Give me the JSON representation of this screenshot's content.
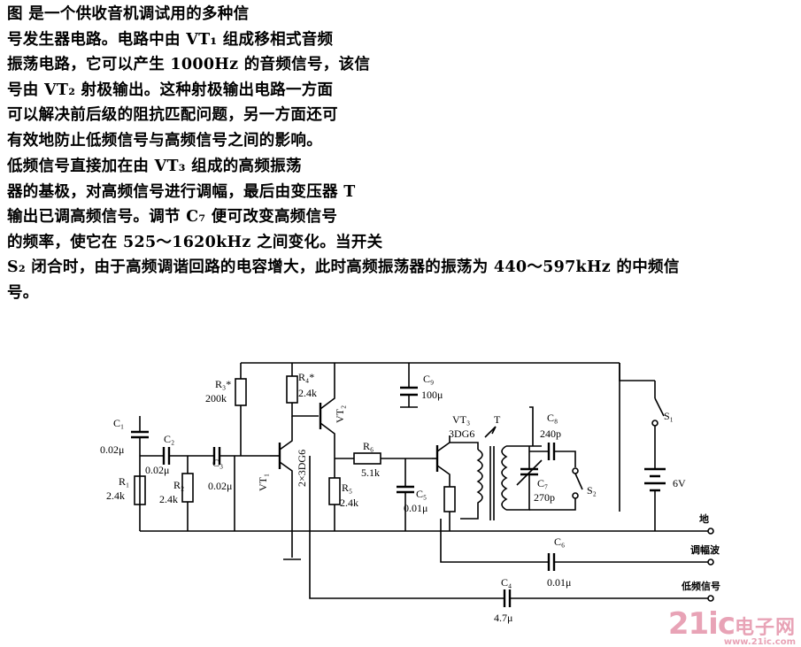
{
  "paragraphs": [
    "图      是一个供收音机调试用的多种信\n号发生器电路。电路中由 VT₁ 组成移相式音频\n振荡电路，它可以产生 1000Hz 的音频信号，该信\n号由 VT₂ 射极输出。这种射极输出电路一方面\n可以解决前后级的阻抗匹配问题，另一方面还可\n有效地防止低频信号与高频信号之间的影响。",
    "    低频信号直接加在由 VT₃ 组成的高频振荡\n器的基极，对高频信号进行调幅，最后由变压器 T\n输出已调高频信号。调节 C₇ 便可改变高频信号\n的频率，使它在 525～1620kHz 之间变化。当开关\nS₂ 闭合时，由于高频调谐回路的电容增大，此时高频振荡器的振荡为 440～597kHz 的中频信\n号。"
  ],
  "schematic": {
    "labels": {
      "c1": "C₁",
      "c1_val": "0.02μ",
      "c2": "C₂",
      "c2_val": "0.02μ",
      "c3": "C₃",
      "c3_val": "0.02μ",
      "r1": "R₁",
      "r1_val": "2.4k",
      "r2": "R₂",
      "r2_val": "2.4k",
      "r3": "R₃*",
      "r3_val": "200k",
      "r4": "R₄*",
      "r4_val": "2.4k",
      "r5": "R₅",
      "r5_val": "2.4k",
      "r6": "R₆",
      "r6_val": "5.1k",
      "vt1": "VT₁",
      "vt2": "VT₂",
      "vt_type": "2×3DG6",
      "vt3": "VT₃",
      "vt3_type": "3DG6",
      "c5": "C₅",
      "c5_val": "0.01μ",
      "c9": "C₉",
      "c9_val": "100μ",
      "t": "T",
      "c8": "C₈",
      "c8_val": "240p",
      "c7": "C₇",
      "c7_val": "270p",
      "s2": "S₂",
      "s1": "S₁",
      "bat": "6V",
      "c6": "C₆",
      "c6_val": "0.01μ",
      "c4": "C₄",
      "c4_val": "4.7μ",
      "out_gnd": "地",
      "out_am": "调幅波",
      "out_lf": "低频信号"
    }
  },
  "watermark": {
    "logo": "21ic",
    "cn": "电子网",
    "url": "www.21ic.com"
  }
}
